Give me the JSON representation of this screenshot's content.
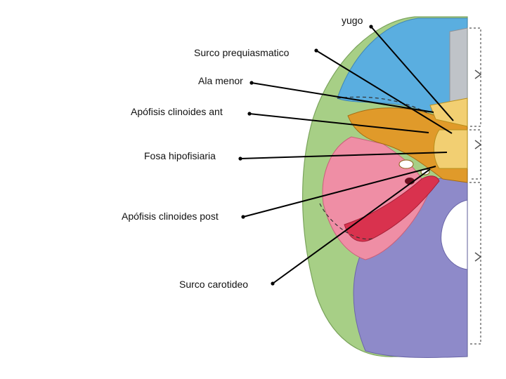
{
  "labels": {
    "yugo": "yugo",
    "surco_prequiasmatico": "Surco prequiasmatico",
    "ala_menor": "Ala menor",
    "apofisis_clinoides_ant": "Apófisis clinoides ant",
    "fosa_hipofisiaria": "Fosa hipofisiaria",
    "apofisis_clinoides_post": "Apófisis clinoides post",
    "surco_carotideo": "Surco carotideo"
  },
  "colors": {
    "frontal": "#5aaee0",
    "ethmoid": "#bfc3c8",
    "sphenoid_body": "#e09a2a",
    "sphenoid_core": "#f2cf72",
    "temporal": "#ef8ea5",
    "temporal_dark": "#d9324e",
    "parietal": "#a7cf86",
    "occipital": "#8e8ac9",
    "leader_line": "#000000"
  }
}
